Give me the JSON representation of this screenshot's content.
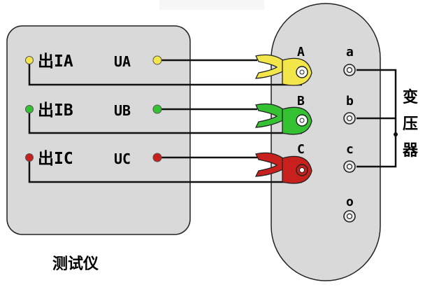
{
  "tester": {
    "caption": "测试仪",
    "outputs": [
      {
        "label": "出IA",
        "terminal_color": "#f2e64a"
      },
      {
        "label": "出IB",
        "terminal_color": "#35c232"
      },
      {
        "label": "出IC",
        "terminal_color": "#c8201c"
      }
    ],
    "voltages": [
      {
        "label": "UA",
        "terminal_color": "#f2e64a"
      },
      {
        "label": "UB",
        "terminal_color": "#35c232"
      },
      {
        "label": "UC",
        "terminal_color": "#c8201c"
      }
    ]
  },
  "clamps": [
    {
      "label": "A",
      "color": "#f2e64a",
      "dark": "#b8ad18"
    },
    {
      "label": "B",
      "color": "#35c232",
      "dark": "#1f8a1d"
    },
    {
      "label": "C",
      "color": "#c8201c",
      "dark": "#8a1210"
    }
  ],
  "transformer": {
    "terminals": [
      "a",
      "b",
      "c",
      "o"
    ],
    "caption_chars": [
      "变",
      "压",
      "器"
    ]
  }
}
